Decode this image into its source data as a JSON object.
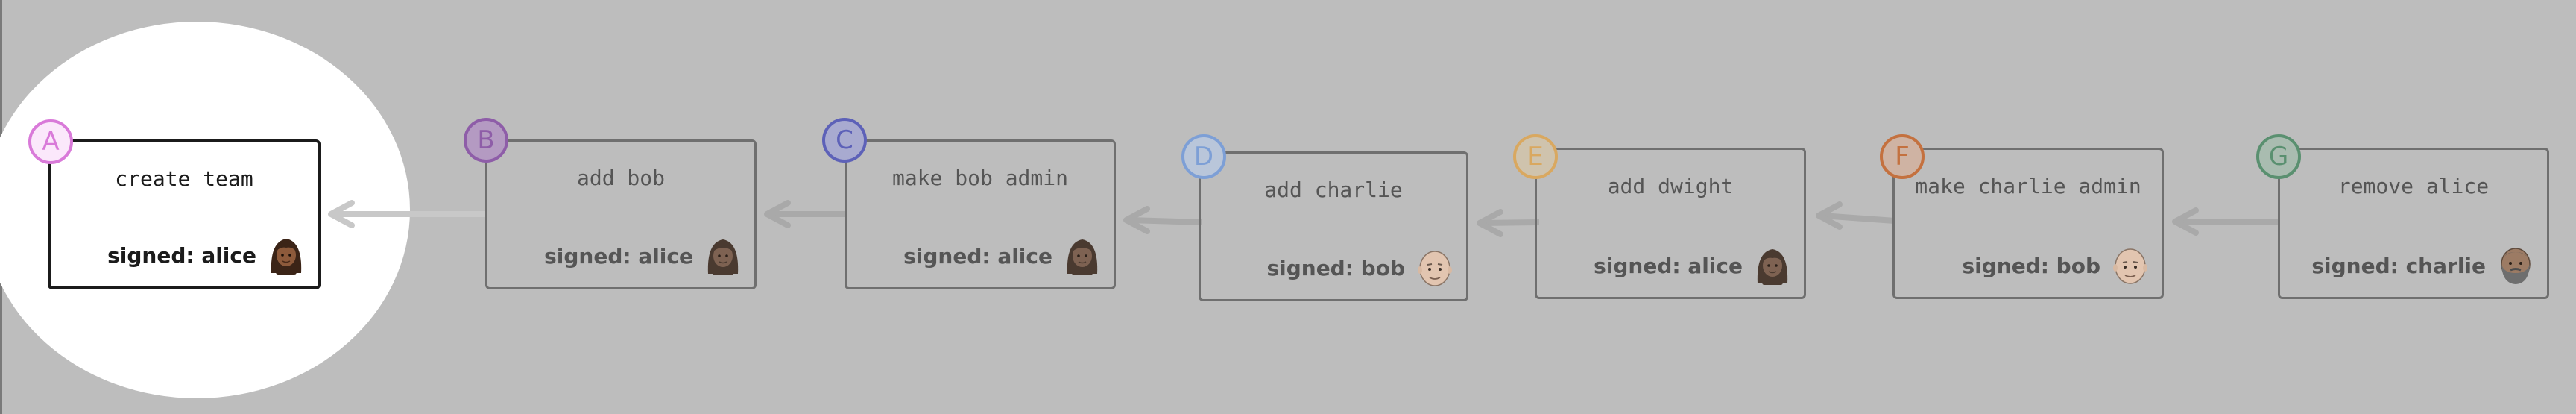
{
  "nodes": [
    {
      "id": "A",
      "title": "create team",
      "signer_text": "signed: alice",
      "signer": "alice",
      "avatar": "woman-dark-hair-icon",
      "badge_color": "#d97ad9",
      "badge_fill": "#fbe8fb"
    },
    {
      "id": "B",
      "title": "add bob",
      "signer_text": "signed: alice",
      "signer": "alice",
      "avatar": "woman-dark-hair-icon",
      "badge_color": "#8e5da8",
      "badge_fill": "#b49ac2"
    },
    {
      "id": "C",
      "title": "make bob admin",
      "signer_text": "signed: alice",
      "signer": "alice",
      "avatar": "woman-dark-hair-icon",
      "badge_color": "#5d61b8",
      "badge_fill": "#a8aad0"
    },
    {
      "id": "D",
      "title": "add charlie",
      "signer_text": "signed: bob",
      "signer": "bob",
      "avatar": "bald-man-icon",
      "badge_color": "#7d9fd6",
      "badge_fill": "#b9c6da"
    },
    {
      "id": "E",
      "title": "add dwight",
      "signer_text": "signed: alice",
      "signer": "alice",
      "avatar": "woman-dark-hair-icon",
      "badge_color": "#d9a860",
      "badge_fill": "#cfc3ad"
    },
    {
      "id": "F",
      "title": "make charlie admin",
      "signer_text": "signed: bob",
      "signer": "bob",
      "avatar": "bald-man-icon",
      "badge_color": "#c4713f",
      "badge_fill": "#cfb3a3"
    },
    {
      "id": "G",
      "title": "remove alice",
      "signer_text": "signed: charlie",
      "signer": "charlie",
      "avatar": "bearded-man-icon",
      "badge_color": "#5a9070",
      "badge_fill": "#a9bcb0"
    }
  ],
  "edges": [
    {
      "from": "B",
      "to": "A"
    },
    {
      "from": "C",
      "to": "B"
    },
    {
      "from": "D",
      "to": "C"
    },
    {
      "from": "E",
      "to": "D"
    },
    {
      "from": "F",
      "to": "E"
    },
    {
      "from": "G",
      "to": "F"
    }
  ],
  "highlighted": "A",
  "colors": {
    "background": "#bdbdbd",
    "spotlight": "#ffffff",
    "arrow_dim": "#a9a9a9",
    "arrow_active": "#c8c8c8"
  }
}
